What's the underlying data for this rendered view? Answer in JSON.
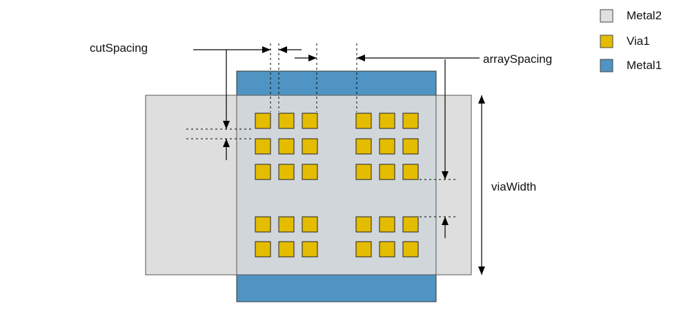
{
  "labels": {
    "cut_spacing": "cutSpacing",
    "array_spacing": "arraySpacing",
    "via_width": "viaWidth"
  },
  "legend": [
    {
      "label": "Metal2",
      "color": "#e0e0e0"
    },
    {
      "label": "Via1",
      "color": "#e4bc00"
    },
    {
      "label": "Metal1",
      "color": "#4f94c2"
    }
  ]
}
